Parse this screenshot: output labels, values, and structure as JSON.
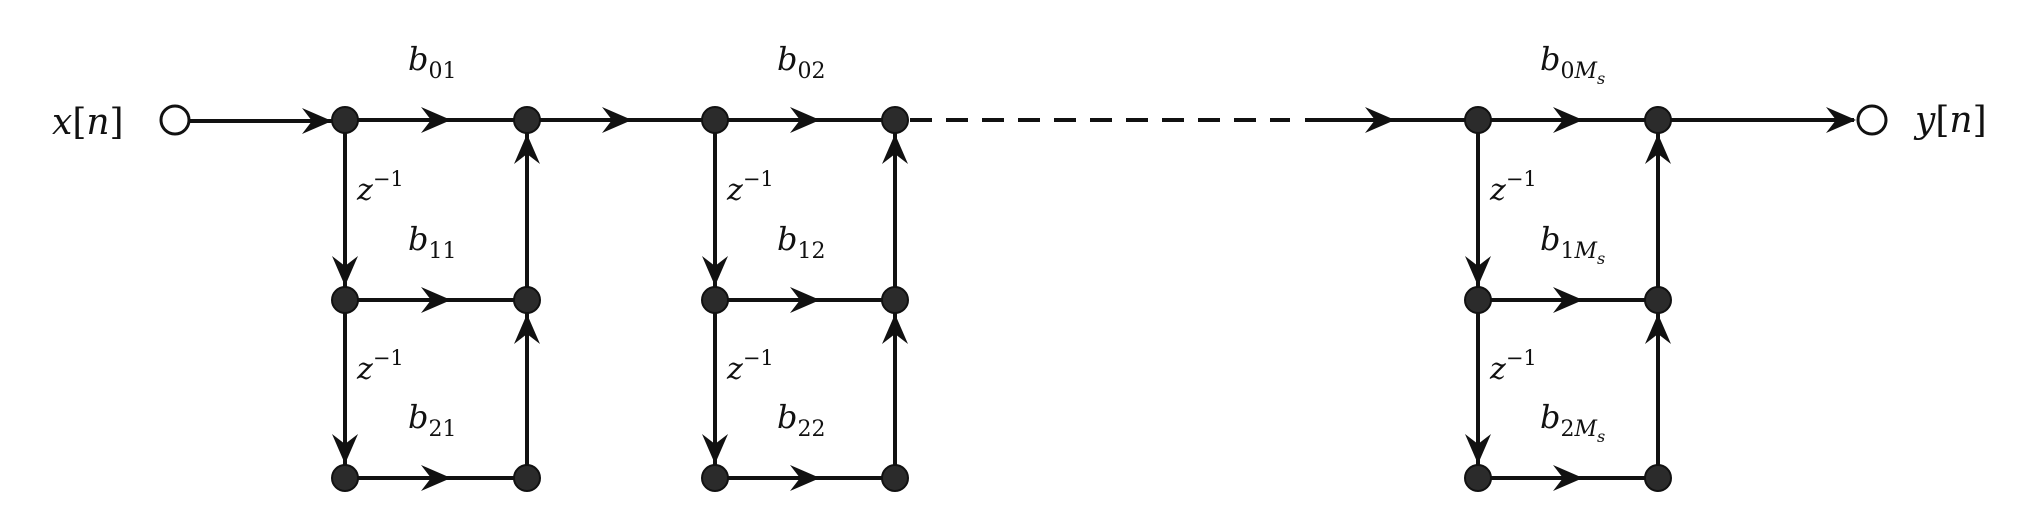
{
  "input_label": {
    "base": "x",
    "bracket_open": "[",
    "index": "n",
    "bracket_close": "]"
  },
  "output_label": {
    "base": "y",
    "bracket_open": "[",
    "index": "n",
    "bracket_close": "]"
  },
  "delay_label": {
    "base": "z",
    "exp": "−1"
  },
  "sections": [
    {
      "coeffs": [
        {
          "base": "b",
          "sub": "01"
        },
        {
          "base": "b",
          "sub": "11"
        },
        {
          "base": "b",
          "sub": "21"
        }
      ]
    },
    {
      "coeffs": [
        {
          "base": "b",
          "sub": "02"
        },
        {
          "base": "b",
          "sub": "12"
        },
        {
          "base": "b",
          "sub": "22"
        }
      ]
    },
    {
      "coeffs": [
        {
          "base": "b",
          "sub": "0",
          "subi": "M",
          "subsub": "s"
        },
        {
          "base": "b",
          "sub": "1",
          "subi": "M",
          "subsub": "s"
        },
        {
          "base": "b",
          "sub": "2",
          "subi": "M",
          "subsub": "s"
        }
      ]
    }
  ],
  "colors": {
    "line": "#111111",
    "node_fill": "#2b2b2b",
    "terminal_fill": "#ffffff"
  }
}
